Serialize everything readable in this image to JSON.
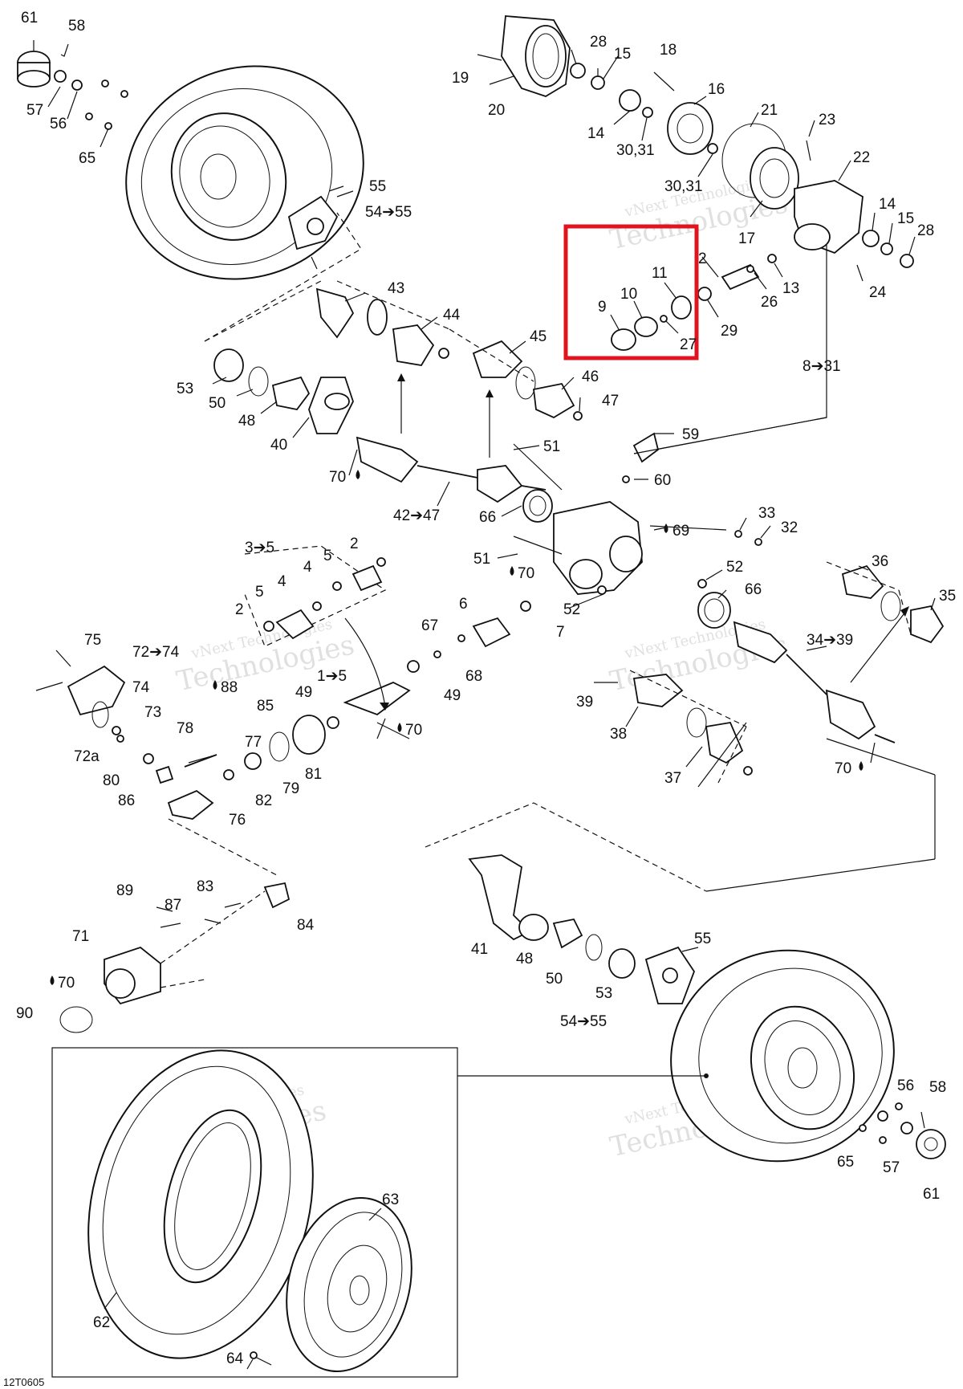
{
  "diagram_code": "12T0605",
  "watermark": {
    "line1": "vNext Technologies",
    "line2": "Technologies"
  },
  "labels": [
    {
      "id": "l61a",
      "text": "61"
    },
    {
      "id": "l58a",
      "text": "58"
    },
    {
      "id": "l57a",
      "text": "57"
    },
    {
      "id": "l56a",
      "text": "56"
    },
    {
      "id": "l65a",
      "text": "65"
    },
    {
      "id": "l55a",
      "text": "55"
    },
    {
      "id": "l54a",
      "text": "54➔55"
    },
    {
      "id": "l19",
      "text": "19"
    },
    {
      "id": "l20",
      "text": "20"
    },
    {
      "id": "l28a",
      "text": "28"
    },
    {
      "id": "l15a",
      "text": "15"
    },
    {
      "id": "l18",
      "text": "18"
    },
    {
      "id": "l16",
      "text": "16"
    },
    {
      "id": "l14a",
      "text": "14"
    },
    {
      "id": "l3031a",
      "text": "30,31"
    },
    {
      "id": "l21",
      "text": "21"
    },
    {
      "id": "l23",
      "text": "23"
    },
    {
      "id": "l3031b",
      "text": "30,31"
    },
    {
      "id": "l22",
      "text": "22"
    },
    {
      "id": "l17",
      "text": "17"
    },
    {
      "id": "l14b",
      "text": "14"
    },
    {
      "id": "l15b",
      "text": "15"
    },
    {
      "id": "l28b",
      "text": "28"
    },
    {
      "id": "l24",
      "text": "24"
    },
    {
      "id": "l2a",
      "text": "2"
    },
    {
      "id": "l26",
      "text": "26"
    },
    {
      "id": "l13",
      "text": "13"
    },
    {
      "id": "l29",
      "text": "29"
    },
    {
      "id": "l11",
      "text": "11"
    },
    {
      "id": "l10",
      "text": "10"
    },
    {
      "id": "l9",
      "text": "9"
    },
    {
      "id": "l27",
      "text": "27"
    },
    {
      "id": "l8_31",
      "text": "8➔31"
    },
    {
      "id": "l43",
      "text": "43"
    },
    {
      "id": "l44",
      "text": "44"
    },
    {
      "id": "l45",
      "text": "45"
    },
    {
      "id": "l46",
      "text": "46"
    },
    {
      "id": "l47",
      "text": "47"
    },
    {
      "id": "l53a",
      "text": "53"
    },
    {
      "id": "l50a",
      "text": "50"
    },
    {
      "id": "l48a",
      "text": "48"
    },
    {
      "id": "l40",
      "text": "40"
    },
    {
      "id": "l70a",
      "text": "70"
    },
    {
      "id": "l42_47",
      "text": "42➔47"
    },
    {
      "id": "l66a",
      "text": "66"
    },
    {
      "id": "l51a",
      "text": "51"
    },
    {
      "id": "l59",
      "text": "59"
    },
    {
      "id": "l60",
      "text": "60"
    },
    {
      "id": "l69",
      "text": "69"
    },
    {
      "id": "l33",
      "text": "33"
    },
    {
      "id": "l32",
      "text": "32"
    },
    {
      "id": "l51b",
      "text": "51"
    },
    {
      "id": "l52a",
      "text": "52"
    },
    {
      "id": "l66b",
      "text": "66"
    },
    {
      "id": "l52b",
      "text": "52"
    },
    {
      "id": "l36",
      "text": "36"
    },
    {
      "id": "l35",
      "text": "35"
    },
    {
      "id": "l34_39",
      "text": "34➔39"
    },
    {
      "id": "l3_5",
      "text": "3➔5"
    },
    {
      "id": "l2b",
      "text": "2"
    },
    {
      "id": "l4a",
      "text": "4"
    },
    {
      "id": "l5a",
      "text": "5"
    },
    {
      "id": "l5b",
      "text": "5"
    },
    {
      "id": "l4b",
      "text": "4"
    },
    {
      "id": "l2c",
      "text": "2"
    },
    {
      "id": "l70b",
      "text": "70"
    },
    {
      "id": "l6",
      "text": "6"
    },
    {
      "id": "l7",
      "text": "7"
    },
    {
      "id": "l67",
      "text": "67"
    },
    {
      "id": "l68",
      "text": "68"
    },
    {
      "id": "l49a",
      "text": "49"
    },
    {
      "id": "l1_5",
      "text": "1➔5"
    },
    {
      "id": "l49b",
      "text": "49"
    },
    {
      "id": "l70c",
      "text": "70"
    },
    {
      "id": "l75",
      "text": "75"
    },
    {
      "id": "l72_74",
      "text": "72➔74"
    },
    {
      "id": "l74",
      "text": "74"
    },
    {
      "id": "l73",
      "text": "73"
    },
    {
      "id": "l88",
      "text": "88"
    },
    {
      "id": "l85",
      "text": "85"
    },
    {
      "id": "l77",
      "text": "77"
    },
    {
      "id": "l78",
      "text": "78"
    },
    {
      "id": "l81",
      "text": "81"
    },
    {
      "id": "l72a",
      "text": "72a"
    },
    {
      "id": "l80",
      "text": "80"
    },
    {
      "id": "l79",
      "text": "79"
    },
    {
      "id": "l86",
      "text": "86"
    },
    {
      "id": "l82",
      "text": "82"
    },
    {
      "id": "l76",
      "text": "76"
    },
    {
      "id": "l39",
      "text": "39"
    },
    {
      "id": "l38",
      "text": "38"
    },
    {
      "id": "l37",
      "text": "37"
    },
    {
      "id": "l70d",
      "text": "70"
    },
    {
      "id": "l89",
      "text": "89"
    },
    {
      "id": "l87",
      "text": "87"
    },
    {
      "id": "l83",
      "text": "83"
    },
    {
      "id": "l84",
      "text": "84"
    },
    {
      "id": "l71",
      "text": "71"
    },
    {
      "id": "l70e",
      "text": "70"
    },
    {
      "id": "l90",
      "text": "90"
    },
    {
      "id": "l41",
      "text": "41"
    },
    {
      "id": "l48b",
      "text": "48"
    },
    {
      "id": "l50b",
      "text": "50"
    },
    {
      "id": "l53b",
      "text": "53"
    },
    {
      "id": "l55b",
      "text": "55"
    },
    {
      "id": "l54b",
      "text": "54➔55"
    },
    {
      "id": "l56b",
      "text": "56"
    },
    {
      "id": "l58b",
      "text": "58"
    },
    {
      "id": "l65b",
      "text": "65"
    },
    {
      "id": "l57b",
      "text": "57"
    },
    {
      "id": "l61b",
      "text": "61"
    },
    {
      "id": "l63",
      "text": "63"
    },
    {
      "id": "l62",
      "text": "62"
    },
    {
      "id": "l64",
      "text": "64"
    }
  ],
  "highlight": {
    "color": "#e0141e",
    "parts": [
      "9",
      "10",
      "11",
      "27"
    ]
  },
  "colors": {
    "ink": "#111111",
    "watermark": "#c8c8c8"
  }
}
